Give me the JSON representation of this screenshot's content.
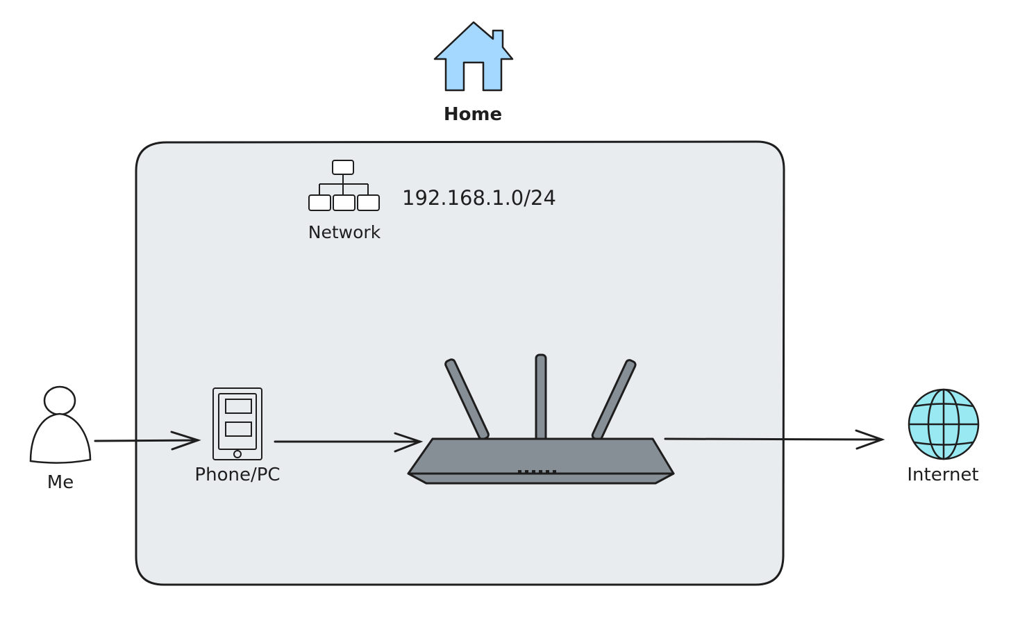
{
  "labels": {
    "home": "Home",
    "network": "Network",
    "subnet": "192.168.1.0/24",
    "me": "Me",
    "device": "Phone/PC",
    "internet": "Internet"
  },
  "icons": {
    "home": "house-icon",
    "network": "network-tree-icon",
    "me": "person-icon",
    "device": "phone-icon",
    "router": "router-icon",
    "internet": "globe-icon"
  },
  "colors": {
    "house": "#a5d8ff",
    "boundary_fill": "#e9ecef",
    "stroke": "#1e1e1e",
    "router": "#868e96",
    "globe": "#99e9f2"
  }
}
